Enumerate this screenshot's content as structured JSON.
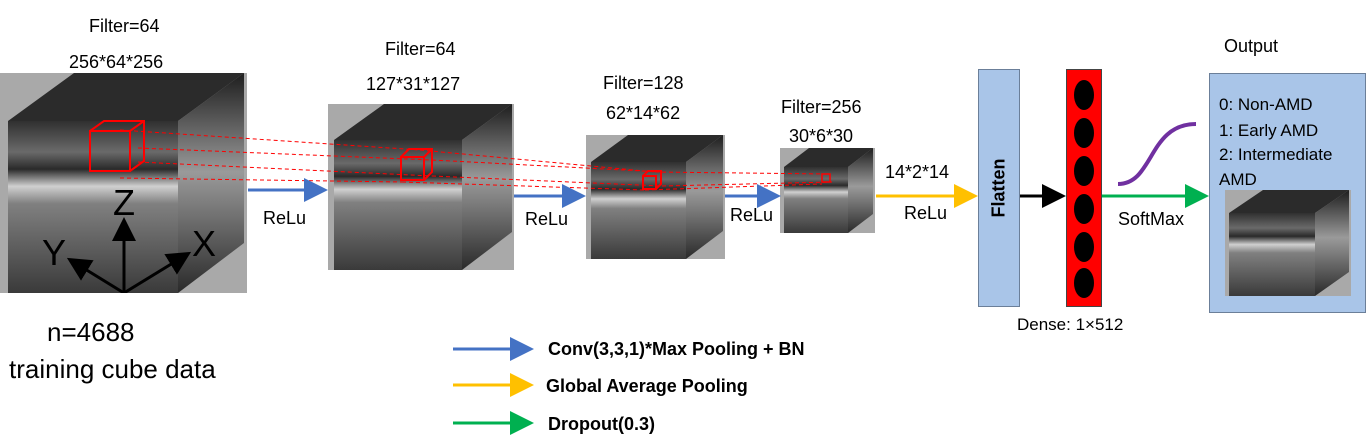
{
  "input_cube": {
    "filter_label": "Filter=64",
    "dims_label": "256*64*256",
    "axes": {
      "z": "Z",
      "y": "Y",
      "x": "X"
    },
    "count_label": "n=4688",
    "caption": "training cube data"
  },
  "layers": [
    {
      "filter_label": "Filter=64",
      "dims_label": "127*31*127"
    },
    {
      "filter_label": "Filter=128",
      "dims_label": "62*14*62"
    },
    {
      "filter_label": "Filter=256",
      "dims_label": "30*6*30"
    }
  ],
  "activations": [
    "ReLu",
    "ReLu",
    "ReLu",
    "ReLu"
  ],
  "gap_output_label": "14*2*14",
  "flatten_label": "Flatten",
  "dense_label": "Dense: 1×512",
  "softmax_label": "SoftMax",
  "output": {
    "title": "Output",
    "classes": [
      "0: Non-AMD",
      "1: Early AMD",
      "2: Intermediate",
      "AMD"
    ]
  },
  "legend": [
    {
      "label": "Conv(3,3,1)*Max Pooling + BN",
      "color": "#4472c4"
    },
    {
      "label": "Global Average Pooling",
      "color": "#ffc000"
    },
    {
      "label": "Dropout(0.3)",
      "color": "#00b050"
    }
  ],
  "colors": {
    "receptive_field": "#ff0000",
    "sigmoid_curve": "#7030a0",
    "dense_layer": "#ff0000",
    "panel_blue": "#a9c5e8"
  }
}
